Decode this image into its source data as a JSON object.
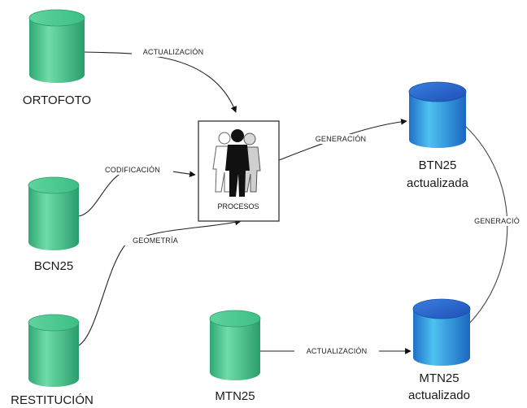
{
  "nodes": {
    "ortofoto": "ORTOFOTO",
    "bcn25": "BCN25",
    "restitucion": "RESTITUCIÓN",
    "mtn25": "MTN25",
    "btn25_line1": "BTN25",
    "btn25_line2": "actualizada",
    "mtn25_upd_line1": "MTN25",
    "mtn25_upd_line2": "actualizado",
    "procesos": "PROCESOS"
  },
  "edges": {
    "ortofoto_to_procesos": "ACTUALIZACIÓN",
    "bcn25_to_procesos": "CODIFICACIÓN",
    "restitucion_to_procesos": "GEOMETRÍA",
    "procesos_to_btn25": "GENERACIÓN",
    "mtn25_to_mtn25upd": "ACTUALIZACIÓN",
    "mtn25upd_to_btn25": "GENERACIÓ"
  },
  "colors": {
    "source_db": "#3fbf8a",
    "output_db": "#2a7fd6"
  }
}
